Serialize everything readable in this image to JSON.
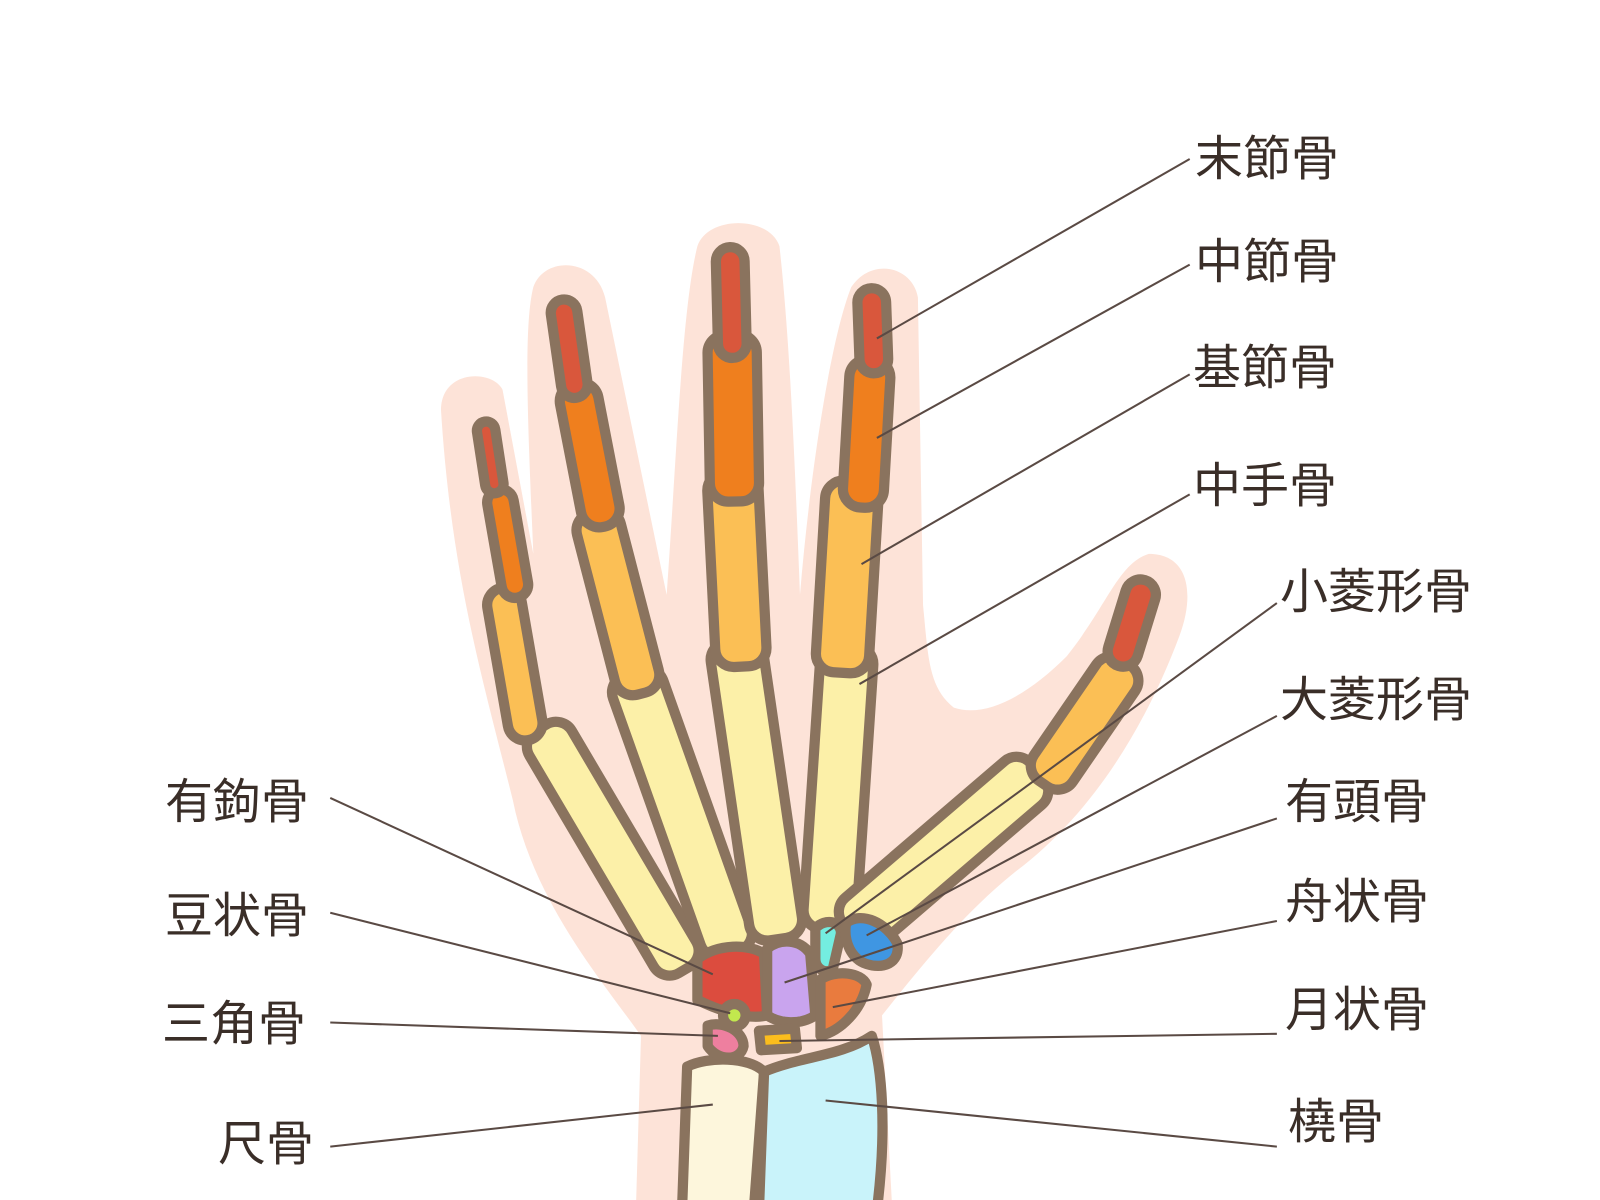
{
  "labels_right": [
    {
      "text": "末節骨",
      "bone": "distal-phalanx"
    },
    {
      "text": "中節骨",
      "bone": "middle-phalanx"
    },
    {
      "text": "基節骨",
      "bone": "proximal-phalanx"
    },
    {
      "text": "中手骨",
      "bone": "metacarpal"
    },
    {
      "text": "小菱形骨",
      "bone": "trapezoid"
    },
    {
      "text": "大菱形骨",
      "bone": "trapezium"
    },
    {
      "text": "有頭骨",
      "bone": "capitate"
    },
    {
      "text": "舟状骨",
      "bone": "scaphoid"
    },
    {
      "text": "月状骨",
      "bone": "lunate"
    },
    {
      "text": "橈骨",
      "bone": "radius"
    }
  ],
  "labels_left": [
    {
      "text": "有鉤骨",
      "bone": "hamate"
    },
    {
      "text": "豆状骨",
      "bone": "pisiform"
    },
    {
      "text": "三角骨",
      "bone": "triquetrum"
    },
    {
      "text": "尺骨",
      "bone": "ulna"
    }
  ],
  "colors": {
    "skin": "#fde3d8",
    "outline": "#8a735e",
    "distal": "#d9573c",
    "middle": "#ef7f1e",
    "proximal": "#fbbf55",
    "metacarpal": "#fcf0a8",
    "hamate": "#dc4c3e",
    "capitate": "#c9a4ee",
    "trapezoid": "#74ede0",
    "trapezium": "#3f96e2",
    "scaphoid": "#e97b3e",
    "lunate": "#fbbd1d",
    "pisiform": "#c2e84e",
    "triquetrum": "#ee7f9f",
    "radius": "#c9f3fa",
    "ulna": "#fdf6dc"
  }
}
